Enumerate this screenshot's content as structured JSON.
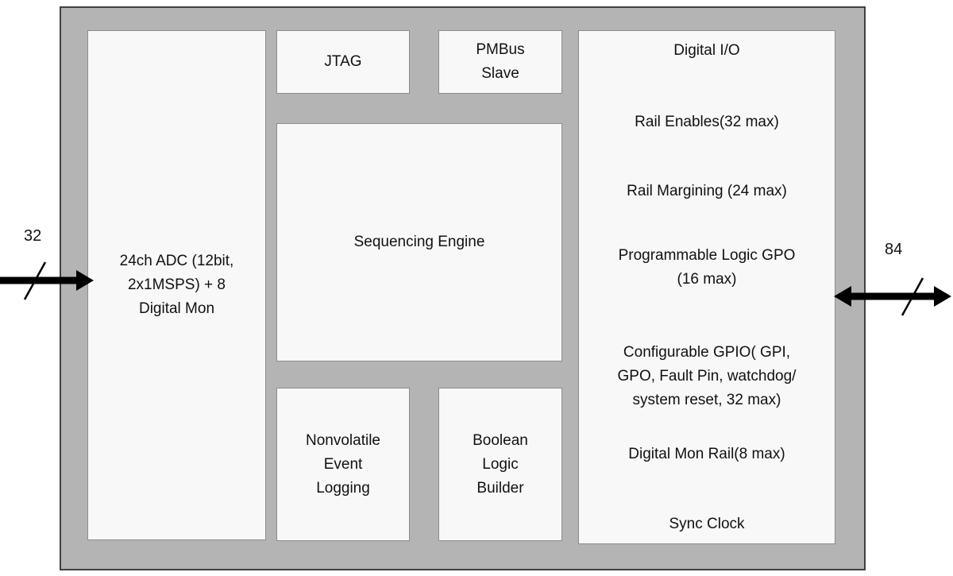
{
  "buses": {
    "left": {
      "width_label": "32"
    },
    "right": {
      "width_label": "84"
    }
  },
  "blocks": {
    "adc": {
      "label": "24ch ADC  (12bit,\n2x1MSPS) + 8\nDigital Mon"
    },
    "jtag": {
      "label": "JTAG"
    },
    "pmbus_slave": {
      "label": "PMBus\nSlave"
    },
    "sequencing_engine": {
      "label": "Sequencing Engine"
    },
    "nonvolatile_event_logging": {
      "label": "Nonvolatile\nEvent\nLogging"
    },
    "boolean_logic_builder": {
      "label": "Boolean\nLogic\nBuilder"
    },
    "digital_io": {
      "title": "Digital I/O",
      "items": [
        "Rail Enables(32 max)",
        "Rail Margining (24 max)",
        "Programmable Logic  GPO\n(16 max)",
        "Configurable GPIO( GPI,\nGPO, Fault Pin, watchdog/\nsystem reset,  32 max)",
        "Digital Mon Rail(8 max)",
        "Sync Clock"
      ]
    }
  },
  "colors": {
    "chip_fill": "#b4b4b4",
    "chip_border": "#404040",
    "block_fill": "#f8f8f8",
    "block_border": "#8c8c8c",
    "arrow": "#000000"
  }
}
